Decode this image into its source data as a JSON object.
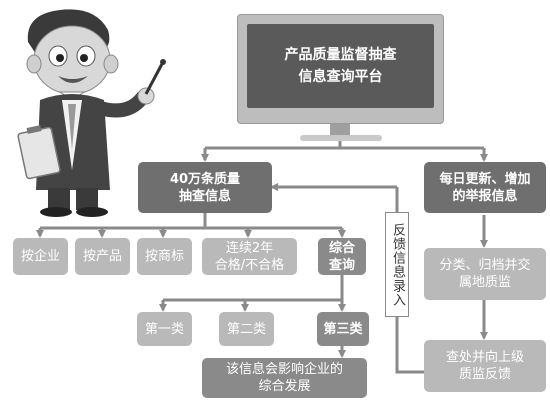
{
  "monitor": {
    "title": "产品质量监督抽查\n信息查询平台"
  },
  "boxes": {
    "main": "40万条质量\n抽查信息",
    "daily": "每日更新、增加\n的举报信息",
    "by_company": "按企业",
    "by_product": "按产品",
    "by_brand": "按商标",
    "consecutive": "连续2年\n合格/不合格",
    "combined": "综合\n查询",
    "cat1": "第一类",
    "cat2": "第二类",
    "cat3": "第三类",
    "impact": "该信息会影响企业的\n综合发展",
    "classify": "分类、归档并交\n属地质监",
    "investigate": "查处并向上级\n质监反馈",
    "feedback": "反馈信息录入"
  },
  "colors": {
    "dark": "#6f6f6f",
    "mid": "#8a8a8a",
    "light": "#b9b9b9",
    "line": "#8a8a8a"
  }
}
